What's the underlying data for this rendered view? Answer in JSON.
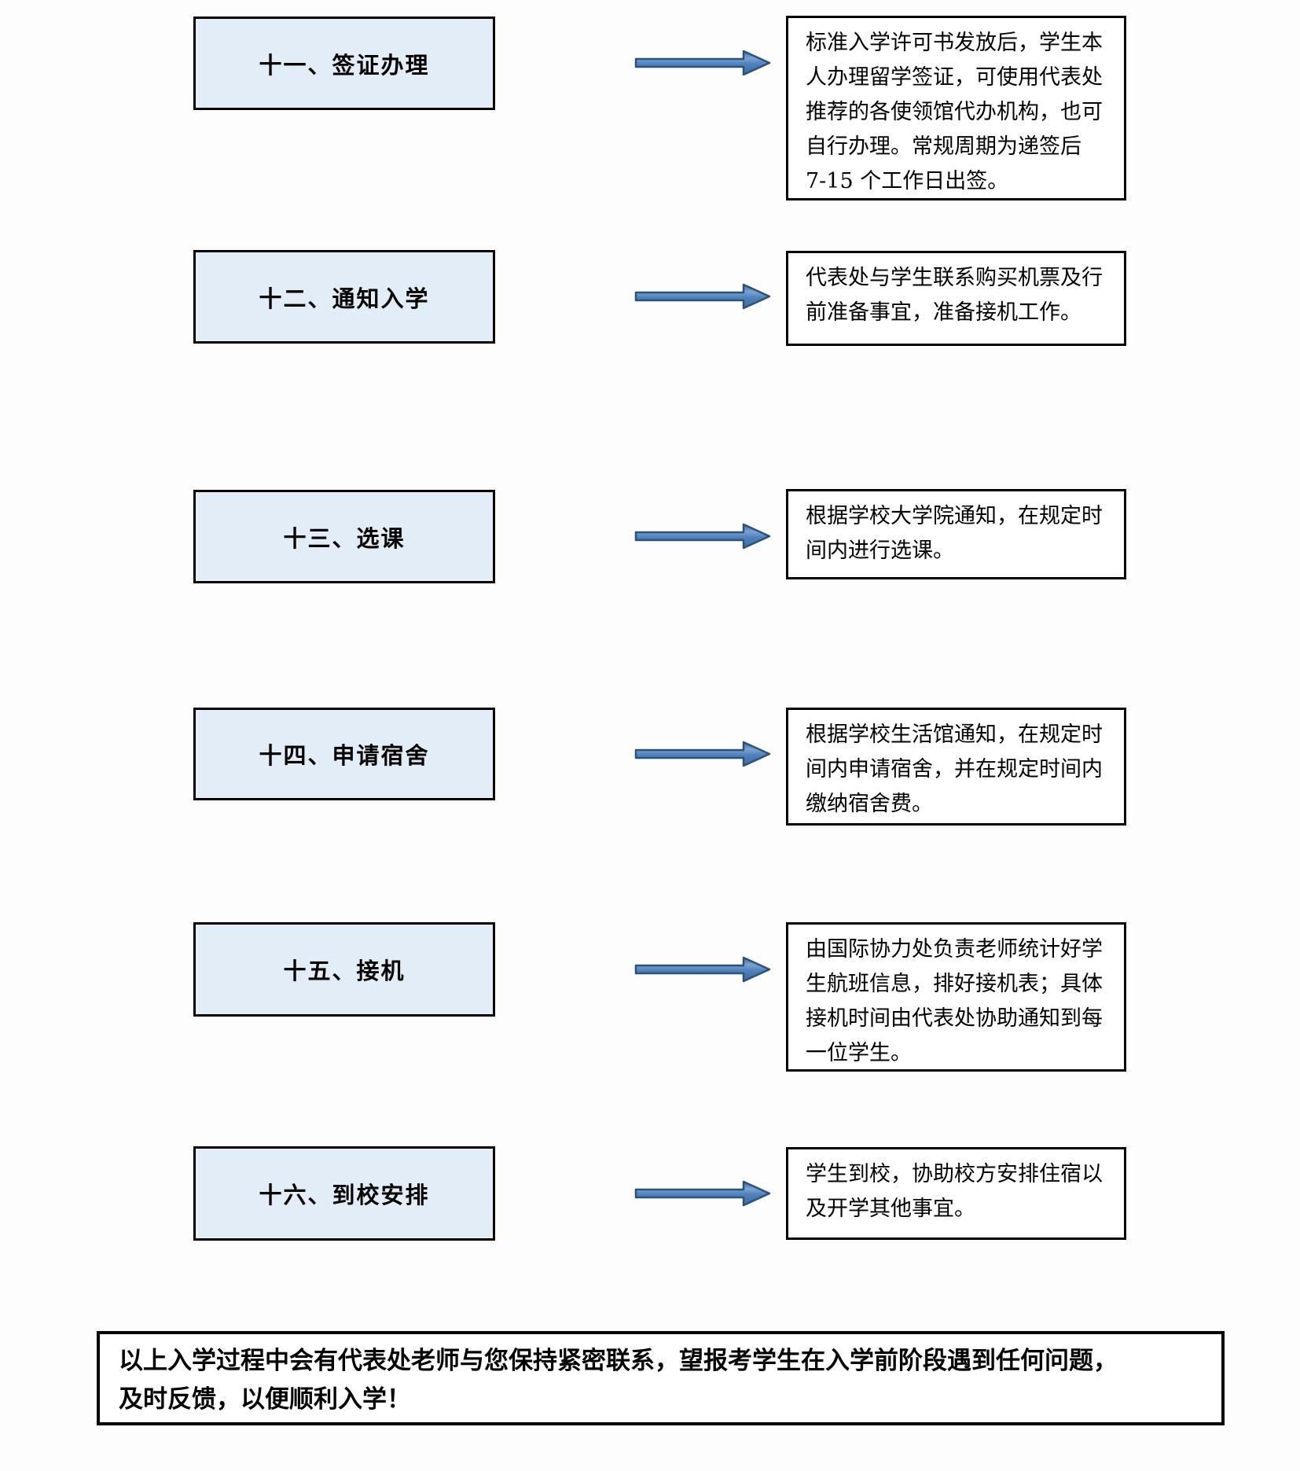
{
  "diagram": {
    "colors": {
      "step_box_fill": "#e3edf7",
      "box_border": "#000000",
      "arrow_fill": "#4f81bd",
      "arrow_outline": "#2c5279"
    },
    "steps": [
      {
        "label": "十一、签证办理",
        "lines": [
          "标准入学许可书发放后，学生本",
          "人办理留学签证，可使用代表处",
          "推荐的各使领馆代办机构，也可",
          "自行办理。常规周期为递签后",
          "7-15 个工作日出签。"
        ]
      },
      {
        "label": "十二、通知入学",
        "lines": [
          "代表处与学生联系购买机票及行",
          "前准备事宜，准备接机工作。"
        ]
      },
      {
        "label": "十三、选课",
        "lines": [
          "根据学校大学院通知，在规定时",
          "间内进行选课。"
        ]
      },
      {
        "label": "十四、申请宿舍",
        "lines": [
          "根据学校生活馆通知，在规定时",
          "间内申请宿舍，并在规定时间内",
          "缴纳宿舍费。"
        ]
      },
      {
        "label": "十五、接机",
        "lines": [
          "由国际协力处负责老师统计好学",
          "生航班信息，排好接机表；具体",
          "接机时间由代表处协助通知到每",
          "一位学生。"
        ]
      },
      {
        "label": "十六、到校安排",
        "lines": [
          "学生到校，协助校方安排住宿以",
          "及开学其他事宜。"
        ]
      }
    ],
    "footer_lines": [
      "以上入学过程中会有代表处老师与您保持紧密联系，望报考学生在入学前阶段遇到任何问题，",
      "及时反馈，以便顺利入学！"
    ]
  }
}
